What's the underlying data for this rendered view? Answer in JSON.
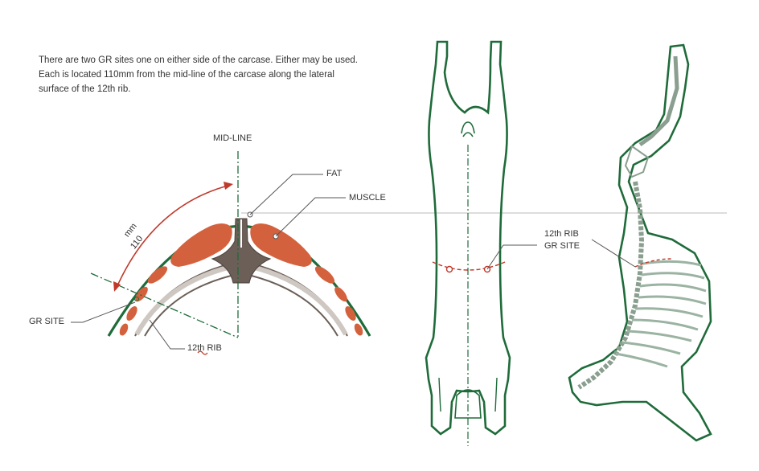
{
  "intro_lines": [
    "There are two GR sites one on either side of the carcase. Either may be used.",
    "Each is located 110mm from the mid-line of the carcase along the lateral",
    "surface of the 12th rib."
  ],
  "labels": {
    "midline": "MID-LINE",
    "fat": "FAT",
    "muscle": "MUSCLE",
    "gr_site": "GR  SITE",
    "twelfth_rib": "12th  RIB",
    "measure_value": "110",
    "measure_unit": "mm",
    "rib_site_line1": "12th RIB",
    "rib_site_line2": "GR SITE"
  },
  "colors": {
    "outline_green": "#1f6b3a",
    "muscle": "#d4613d",
    "bone_grey": "#6b5f58",
    "measure_red": "#c0392b",
    "leader": "#555555",
    "text": "#333333"
  }
}
